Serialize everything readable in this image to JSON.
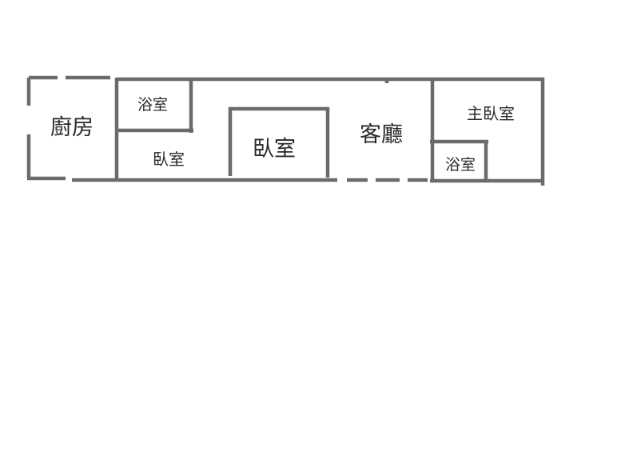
{
  "floor_plan": {
    "wall_color": "#6b6b6b",
    "rooms": {
      "kitchen": "廚房",
      "bath_upper_left": "浴室",
      "bedroom_small": "臥室",
      "bedroom_middle": "臥室",
      "living_room": "客廳",
      "master_bedroom": "主臥室",
      "bath_master": "浴室"
    }
  }
}
